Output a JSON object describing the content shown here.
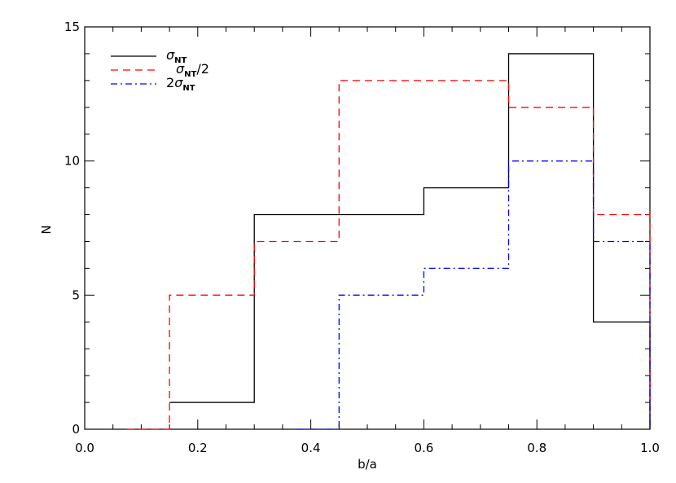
{
  "chart_data": {
    "type": "line",
    "step": true,
    "xlabel": "b/a",
    "ylabel": "N",
    "xlim": [
      0.0,
      1.0
    ],
    "ylim": [
      0,
      15
    ],
    "xticks": [
      "0.0",
      "0.2",
      "0.4",
      "0.6",
      "0.8",
      "1.0"
    ],
    "yticks": [
      "0",
      "5",
      "10",
      "15"
    ],
    "grid": false,
    "legend_position": "top-left",
    "series": [
      {
        "name": "σNT",
        "legend_base": "σ",
        "legend_sub": "NT",
        "legend_prefix": "",
        "legend_suffix": "",
        "color": "#000000",
        "style": "solid",
        "edges": [
          0.15,
          0.3,
          0.45,
          0.6,
          0.75,
          0.9,
          1.0
        ],
        "values": [
          1,
          8,
          8,
          9,
          14,
          4
        ]
      },
      {
        "name": "σNT/2",
        "legend_base": "σ",
        "legend_sub": "NT",
        "legend_prefix": "",
        "legend_suffix": "/2",
        "color": "#ff0000",
        "style": "dashed",
        "edges": [
          0.075,
          0.15,
          0.3,
          0.45,
          0.6,
          0.75,
          0.9,
          1.0
        ],
        "values": [
          0,
          5,
          7,
          13,
          13,
          12,
          8
        ]
      },
      {
        "name": "2σNT",
        "legend_base": "σ",
        "legend_sub": "NT",
        "legend_prefix": "2",
        "legend_suffix": "",
        "color": "#0000ff",
        "style": "dashdot",
        "edges": [
          0.375,
          0.45,
          0.6,
          0.75,
          0.9,
          1.0
        ],
        "values": [
          0,
          5,
          6,
          10,
          7
        ]
      }
    ]
  }
}
